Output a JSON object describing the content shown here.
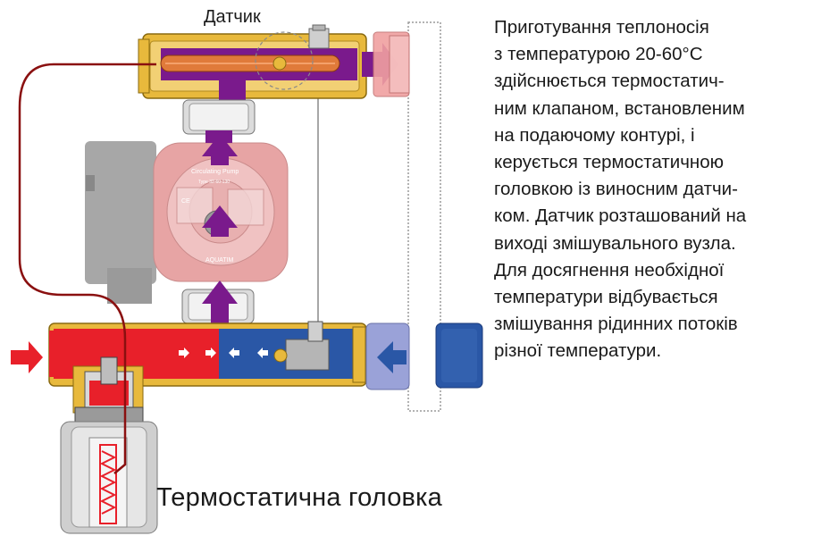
{
  "labels": {
    "sensor": "Датчик",
    "thermostatic_head": "Термостатична головка"
  },
  "description_lines": [
    "Приготування теплоносія",
    "з температурою 20-60°С",
    "здійснюється термостатич-",
    "ним клапаном, встановленим",
    "на подаючому контурі, і",
    "керується термостатичною",
    "головкою із виносним датчи-",
    "ком. Датчик розташований на",
    "виході змішувального вузла.",
    "Для досягнення необхідної",
    "температури відбувається",
    "змішування рідинних потоків",
    "різної температури."
  ],
  "pump": {
    "title": "Circulating Pump",
    "model": "Type 32-60-130",
    "brand": "AQUATIM"
  },
  "colors": {
    "hot": "#e8202a",
    "cold": "#2a57a6",
    "mixed": "#7a1a8c",
    "brass": "#e8b93c",
    "pump_body": "#e7a4a4",
    "blue_fitting": "#9aa2d8",
    "pink_fitting": "#f0a0a0"
  }
}
